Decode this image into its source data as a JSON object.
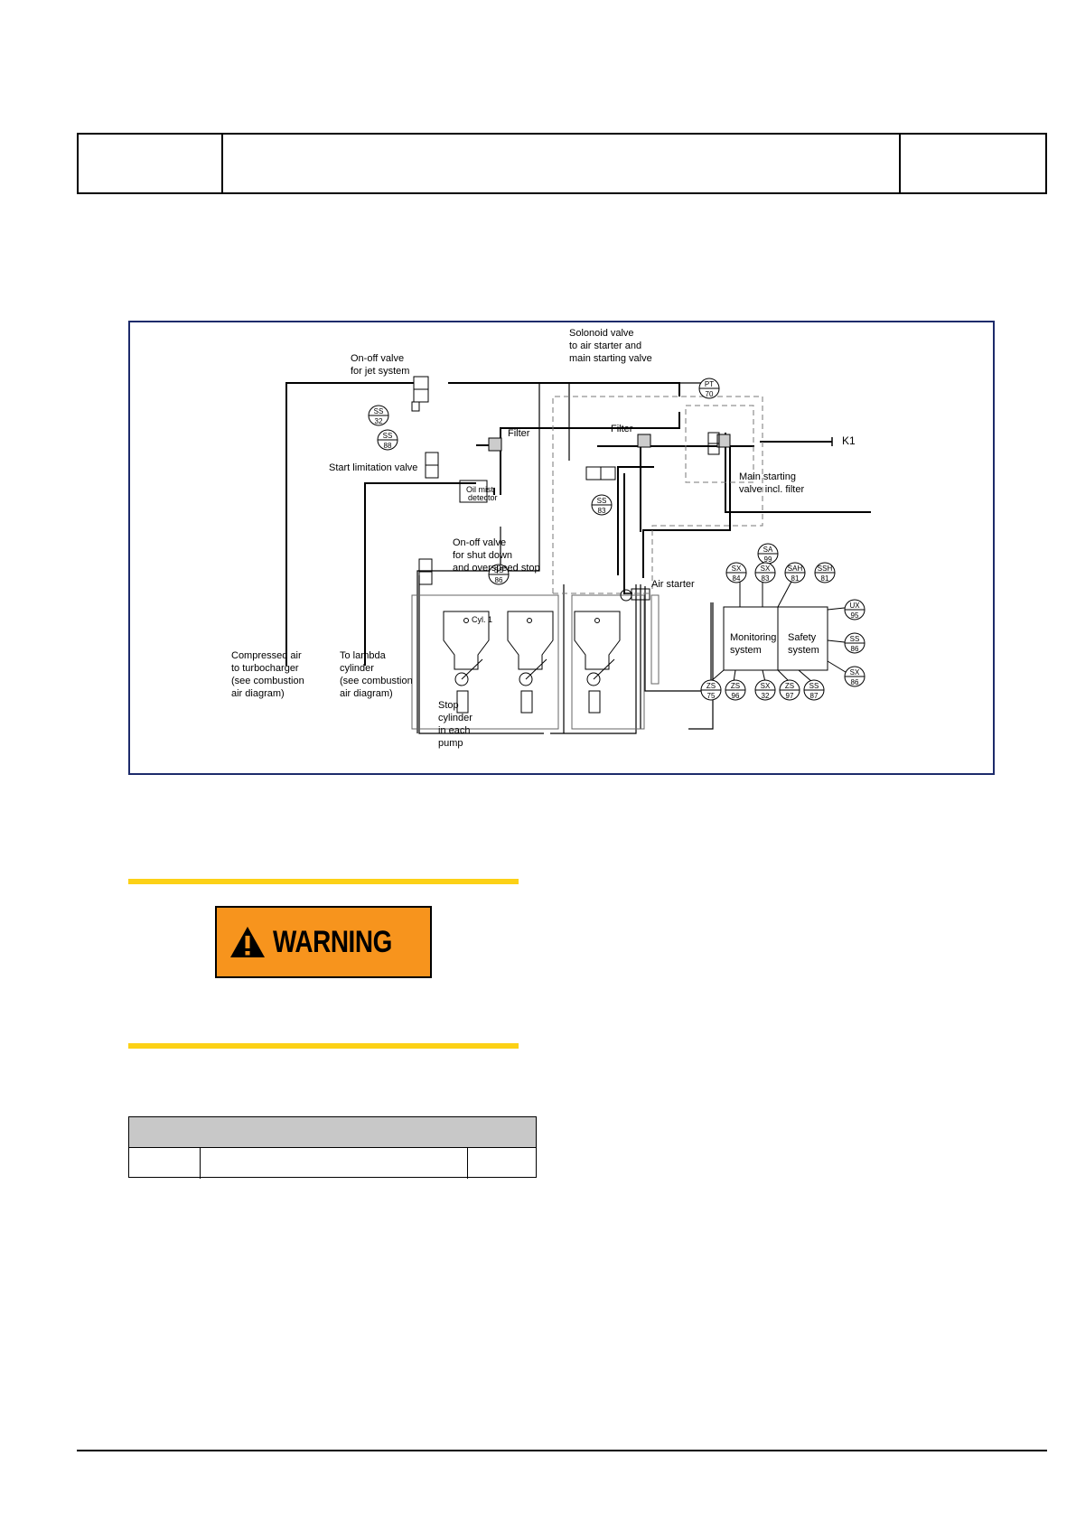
{
  "diagram": {
    "labels": {
      "solenoid_valve": [
        "Solonoid valve",
        "to air starter and",
        "main starting valve"
      ],
      "onoff_jet": [
        "On-off valve",
        "for jet system"
      ],
      "pt70": [
        "PT",
        "70"
      ],
      "ss32_left": [
        "SS",
        "32"
      ],
      "ss88": [
        "SS",
        "88"
      ],
      "filter_left": "Filter",
      "filter_right": "Filter",
      "start_limitation": "Start limitation valve",
      "oil_mist": [
        "Oil mist",
        "detector"
      ],
      "k1": "K1",
      "main_starting": [
        "Main starting",
        "valve incl. filter"
      ],
      "ss83": [
        "SS",
        "83"
      ],
      "onoff_shutdown": [
        "On-off valve",
        "for shut down",
        "and overspeed stop"
      ],
      "ss86_left": [
        "SS",
        "86"
      ],
      "air_starter": "Air starter",
      "compressed_air": [
        "Compressed air",
        "to turbocharger",
        "(see combustion",
        "air diagram)"
      ],
      "to_lambda": [
        "To lambda",
        "cylinder",
        "(see combustion",
        "air diagram)"
      ],
      "cyl1": "Cyl. 1",
      "stop_cylinder": [
        "Stop",
        "cylinder",
        "in each",
        "pump"
      ],
      "monitoring": [
        "Monitoring",
        "system"
      ],
      "safety": [
        "Safety",
        "system"
      ],
      "sa99": [
        "SA",
        "99"
      ],
      "sx84": [
        "SX",
        "84"
      ],
      "sx83": [
        "SX",
        "83"
      ],
      "sah81": [
        "SAH",
        "81"
      ],
      "ssh81": [
        "SSH",
        "81"
      ],
      "ux95": [
        "UX",
        "95"
      ],
      "ss86_right": [
        "SS",
        "86"
      ],
      "sx86": [
        "SX",
        "86"
      ],
      "zs75": [
        "ZS",
        "75"
      ],
      "zs96": [
        "ZS",
        "96"
      ],
      "sx32": [
        "SX",
        "32"
      ],
      "zs97": [
        "ZS",
        "97"
      ],
      "ss87": [
        "SS",
        "87"
      ]
    }
  },
  "warning": {
    "label": "WARNING",
    "colors": {
      "rule": "#fcd116",
      "badge": "#f7941d"
    }
  },
  "icons": [
    "warning-triangle-icon"
  ]
}
